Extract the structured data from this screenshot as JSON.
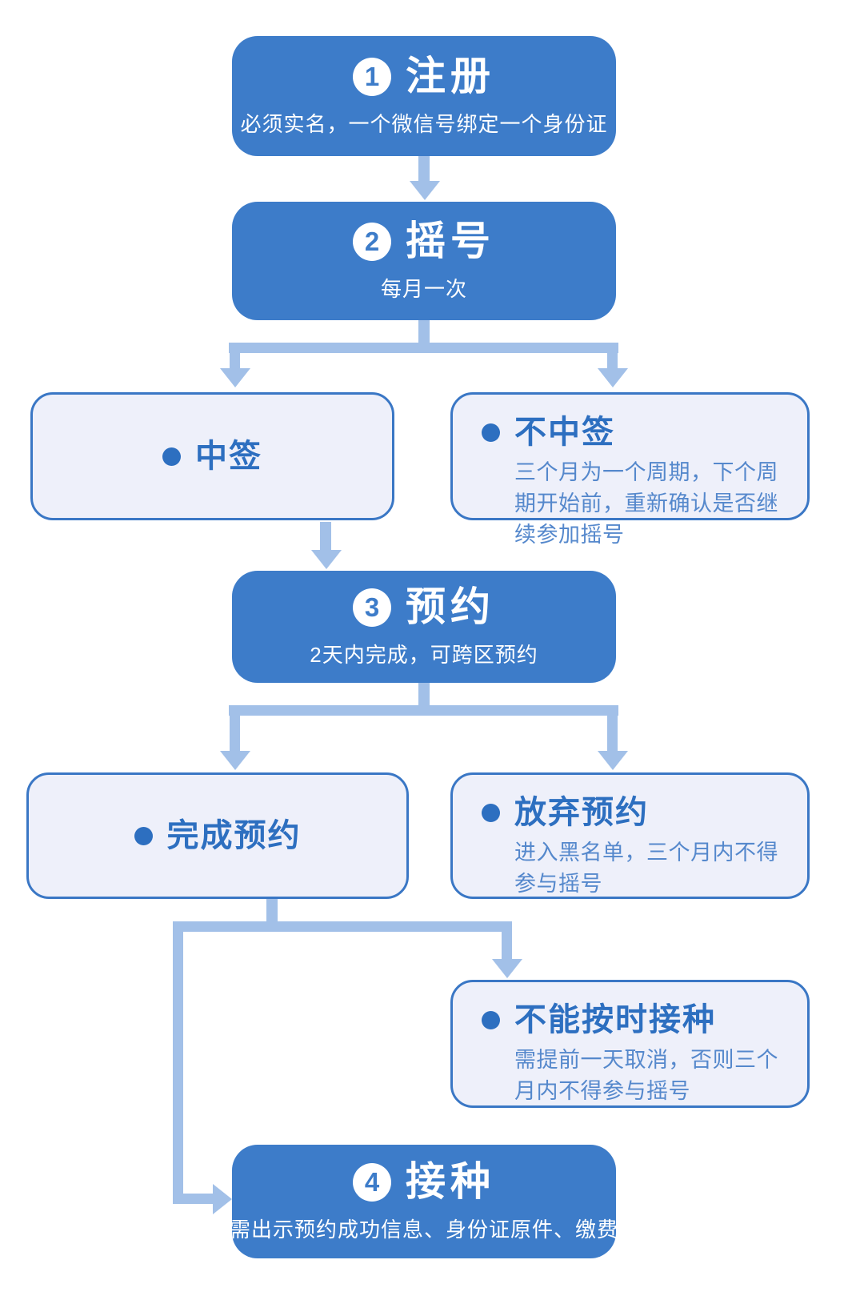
{
  "figure": {
    "type": "flowchart",
    "background": "#FFFFFF"
  },
  "colors": {
    "step_box_fill": "#3D7CC9",
    "step_box_text": "#FFFFFF",
    "step_number_badge_fill": "#FFFFFF",
    "step_number_badge_text": "#3D7CC9",
    "outcome_box_fill": "#EEF0FA",
    "outcome_box_border": "#3A77C5",
    "outcome_title_text": "#2D6FC0",
    "outcome_detail_text": "#5588CC",
    "bullet_dot": "#2D6FC0",
    "connector": "#A2C0E8"
  },
  "steps": [
    {
      "number": "1",
      "title": "注册",
      "subtitle": "必须实名，一个微信号绑定一个身份证"
    },
    {
      "number": "2",
      "title": "摇号",
      "subtitle": "每月一次"
    },
    {
      "number": "3",
      "title": "预约",
      "subtitle": "2天内完成，可跨区预约"
    },
    {
      "number": "4",
      "title": "接种",
      "subtitle": "需出示预约成功信息、身份证原件、缴费"
    }
  ],
  "outcomes": [
    {
      "title": "中签",
      "detail": ""
    },
    {
      "title": "不中签",
      "detail": "三个月为一个周期，下个周期开始前，重新确认是否继续参加摇号"
    },
    {
      "title": "完成预约",
      "detail": ""
    },
    {
      "title": "放弃预约",
      "detail": "进入黑名单，三个月内不得参与摇号"
    },
    {
      "title": "不能按时接种",
      "detail": "需提前一天取消，否则三个月内不得参与摇号"
    }
  ]
}
